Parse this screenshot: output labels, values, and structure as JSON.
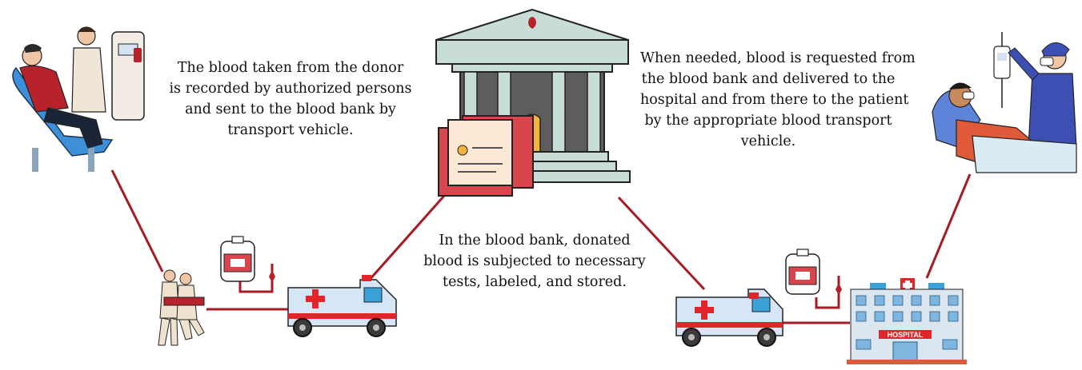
{
  "captions": {
    "donor_to_bank": [
      "The blood taken from the donor",
      "is recorded by authorized persons",
      "and sent to the blood bank by",
      "transport vehicle."
    ],
    "in_bank": [
      "In the blood bank, donated",
      "blood is subjected to necessary",
      "tests, labeled, and stored."
    ],
    "bank_to_patient": [
      "When needed, blood is requested from",
      "the blood bank and delivered to the",
      "hospital and from there to the patient",
      "by the appropriate blood transport",
      "vehicle."
    ]
  },
  "hospital_sign": "HOSPITAL",
  "icons": [
    "blood-donor-icon",
    "medical-staff-icon",
    "blood-bag-icon",
    "ambulance-icon",
    "blood-bank-building-icon",
    "document-icon",
    "hospital-icon",
    "patient-icon"
  ],
  "colors": {
    "connector": "#a51c24",
    "cross": "#e0262b",
    "ambulance": "#d6e6f7",
    "building": "#c9ddd8",
    "document": "#d9454d"
  }
}
